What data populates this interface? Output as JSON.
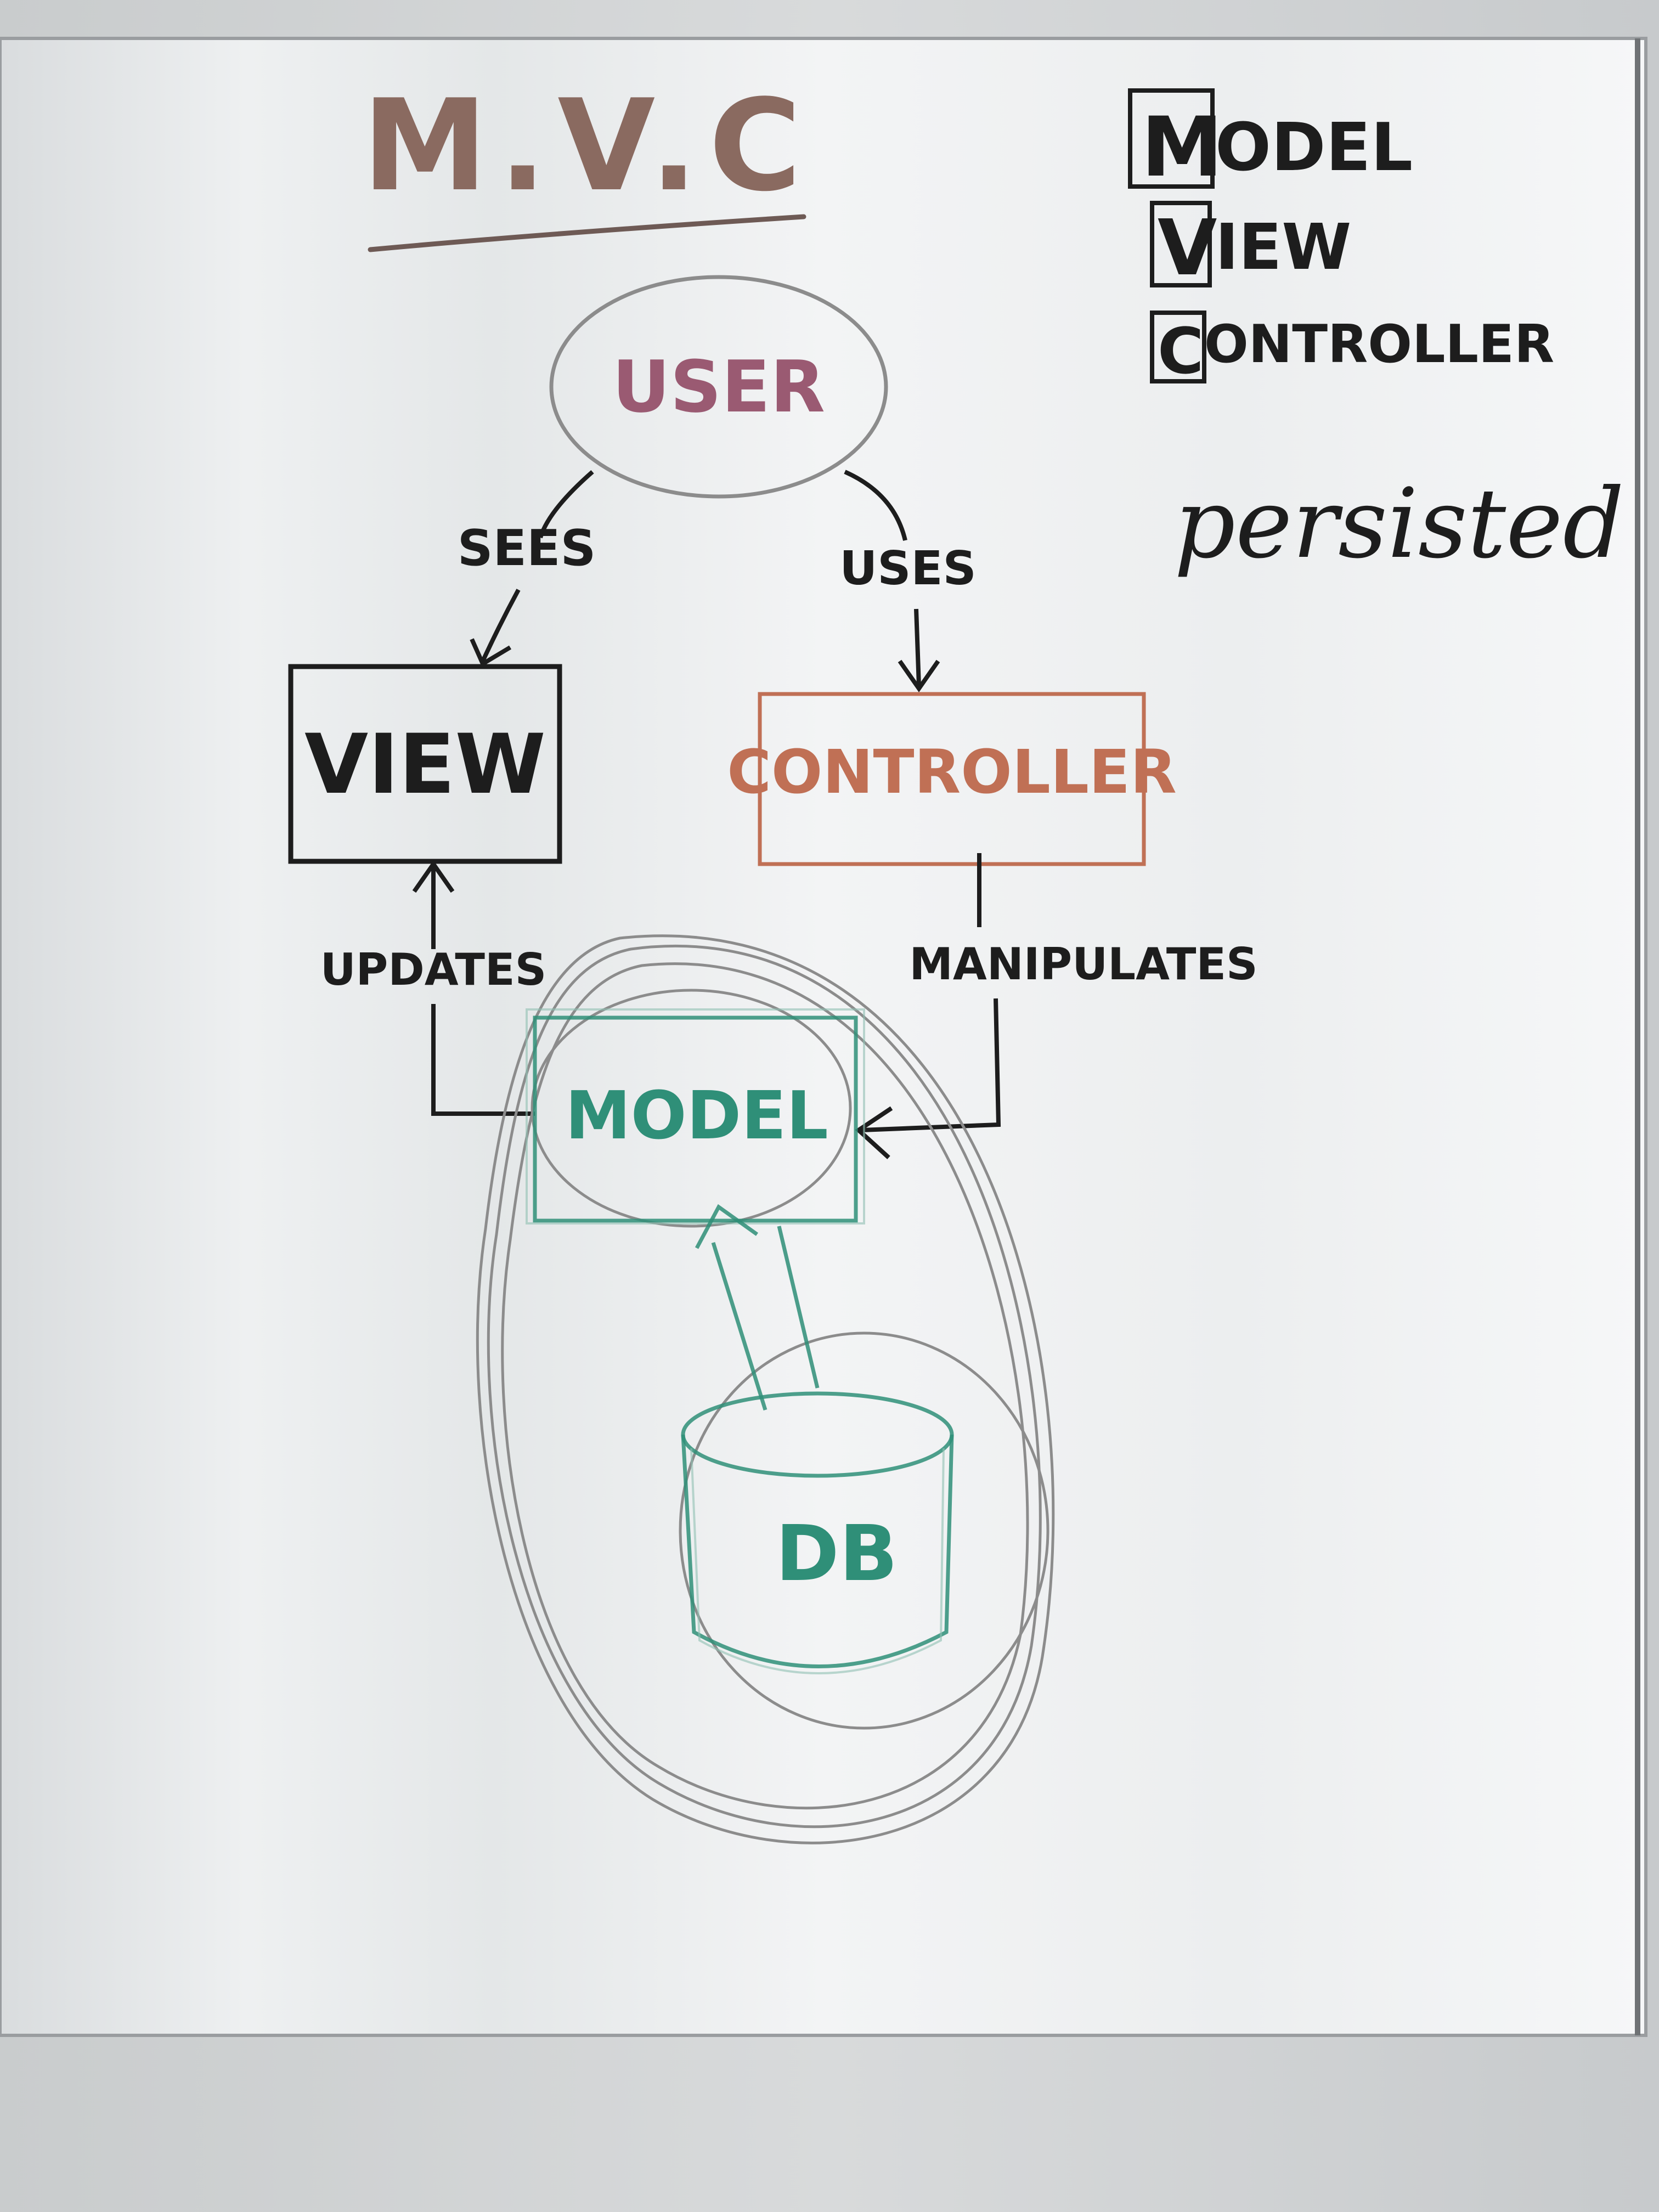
{
  "title": "M.V.C",
  "legend": {
    "items": [
      {
        "letter": "M",
        "rest": "ODEL"
      },
      {
        "letter": "V",
        "rest": "IEW"
      },
      {
        "letter": "C",
        "rest": "ONTROLLER"
      }
    ]
  },
  "side_note": "persisted",
  "nodes": {
    "user": "USER",
    "view": "VIEW",
    "controller": "CONTROLLER",
    "model": "MODEL",
    "db": "DB"
  },
  "edges": {
    "sees": "SEES",
    "uses": "USES",
    "updates": "UPDATES",
    "manipulates": "MANIPULATES"
  },
  "colors": {
    "board": "#f1f3f4",
    "black_marker": "#1d1d1d",
    "user_marker": "#9a5a72",
    "controller_marker": "#c07055",
    "model_marker": "#2f8f78",
    "title_marker": "#8a6a60",
    "gray_marker": "#8c8c8c"
  }
}
